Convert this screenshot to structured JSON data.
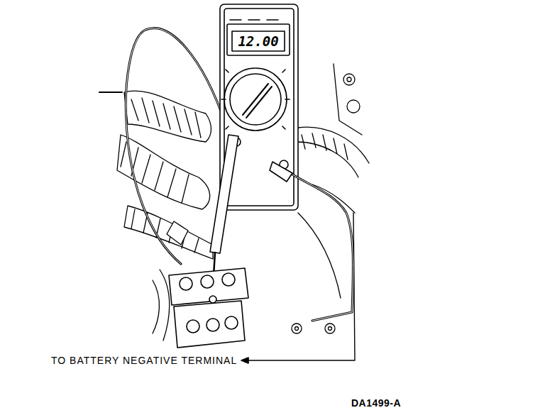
{
  "diagram": {
    "labels": [
      "12.00",
      "TO BATTERY NEGATIVE TERMINAL",
      "DA1499-A"
    ]
  }
}
